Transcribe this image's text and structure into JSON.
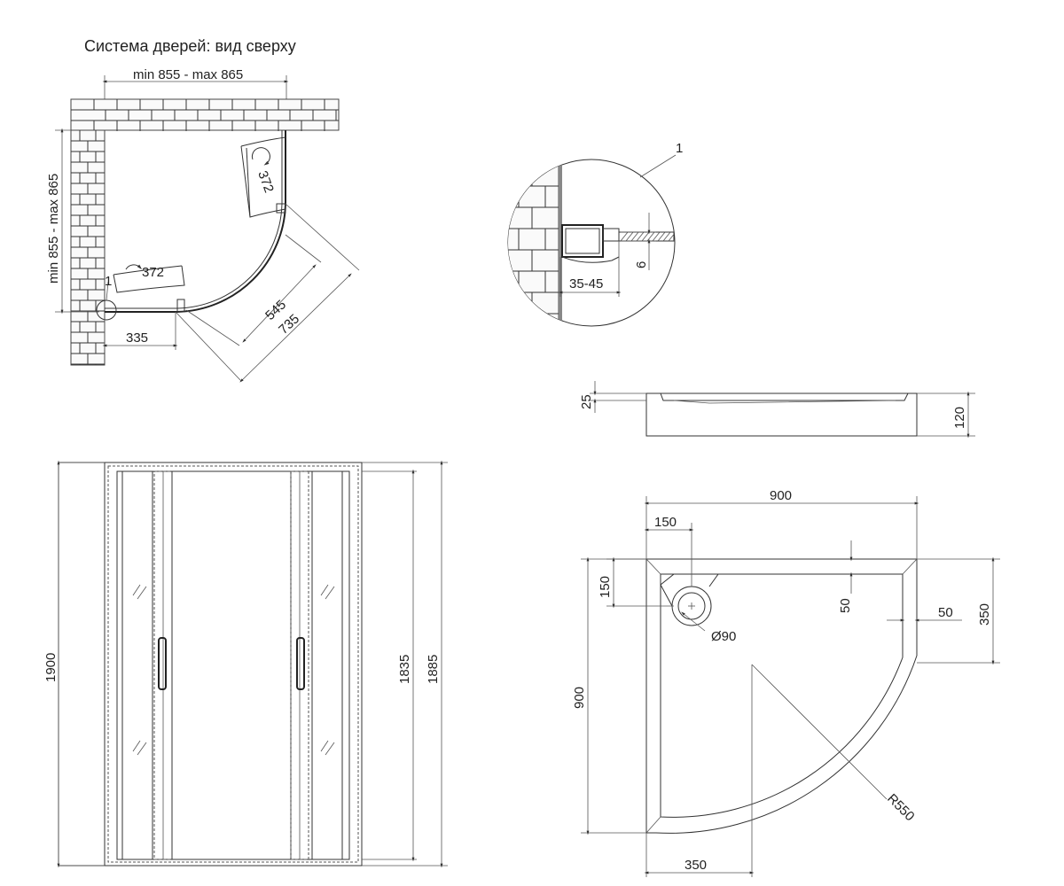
{
  "top_view": {
    "title": "Система дверей: вид сверху",
    "width_range": "min 855 - max 865",
    "height_range": "min 855 - max 865",
    "door_arc_right": "372",
    "door_arc_left": "372",
    "detail_callout": "1",
    "dim_335": "335",
    "dim_545": "545",
    "dim_735": "735"
  },
  "detail": {
    "label": "1",
    "gap": "35-45",
    "thickness": "6"
  },
  "tray_side": {
    "rim": "25",
    "height": "120"
  },
  "front_view": {
    "total_height": "1900",
    "door_height": "1835",
    "frame_height": "1885"
  },
  "tray_plan": {
    "width": "900",
    "depth": "900",
    "drain_offset_x": "150",
    "drain_offset_y": "150",
    "rim_top": "50",
    "rim_right": "50",
    "straight_right": "350",
    "straight_bottom": "350",
    "drain_diameter": "Ø90",
    "radius": "R550"
  }
}
